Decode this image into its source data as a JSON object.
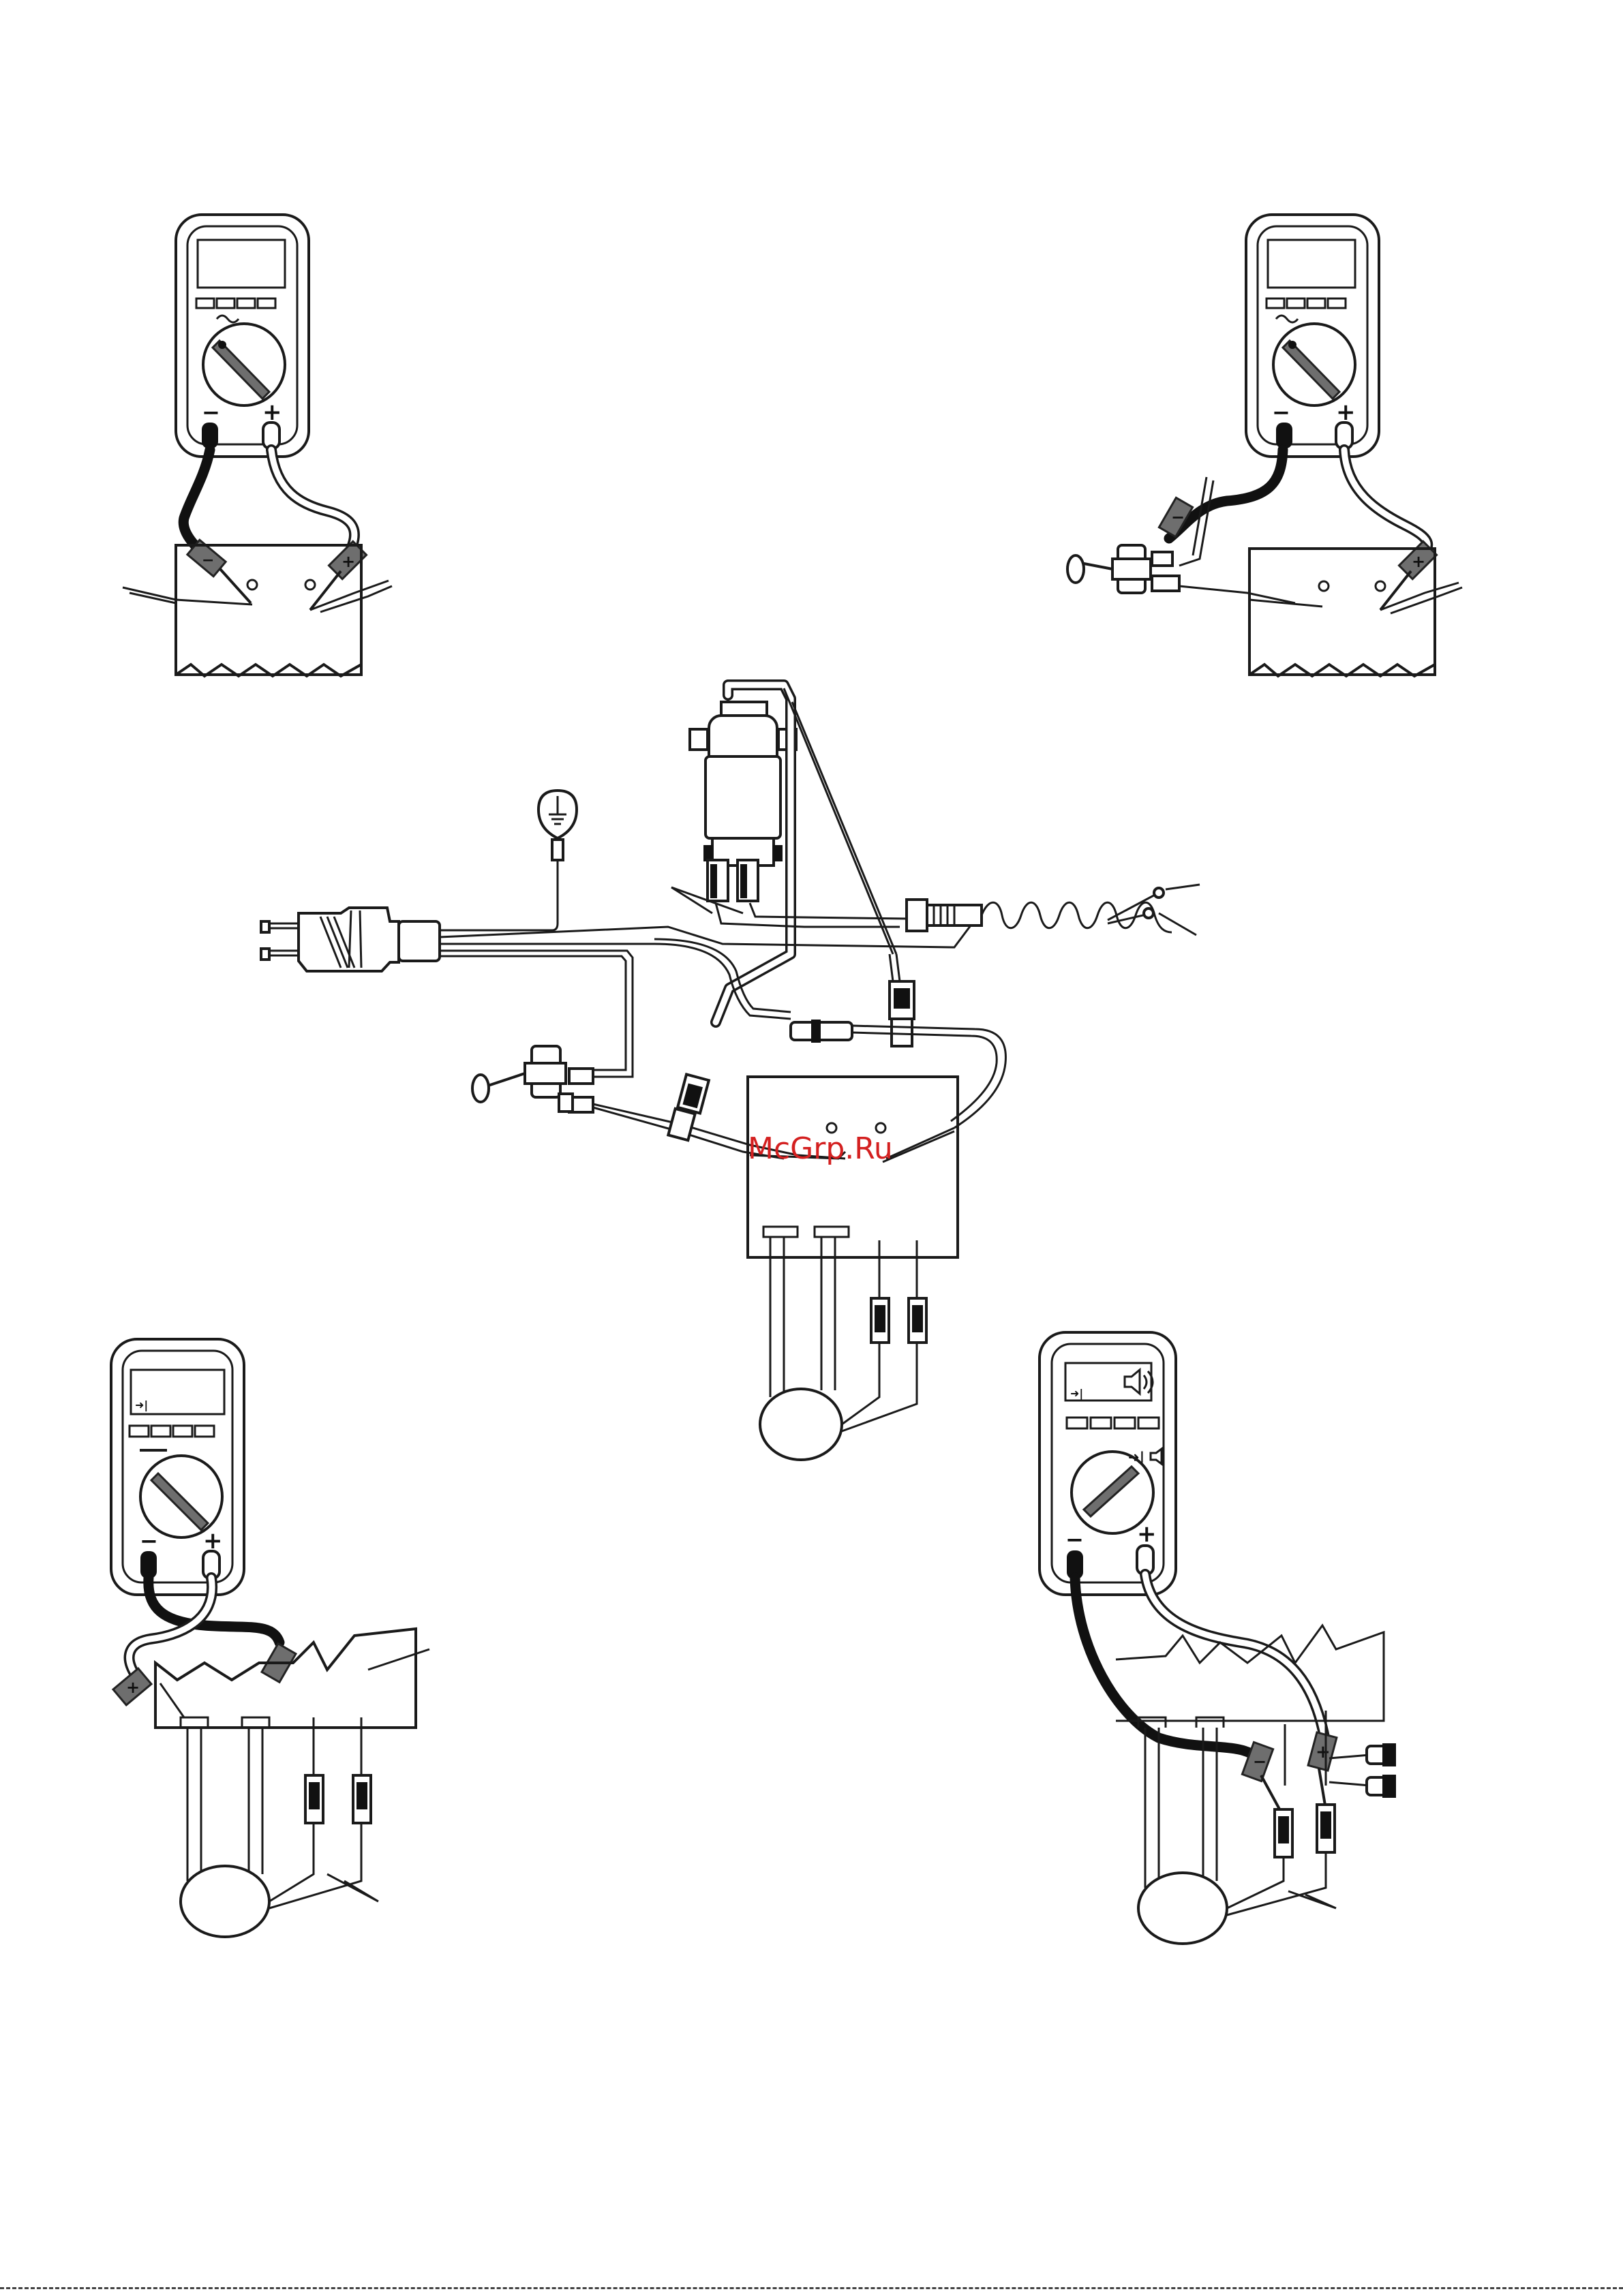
{
  "watermark": "McGrp.Ru",
  "meters": [
    {
      "id": "top-left",
      "neg": "−",
      "pos": "+",
      "probe_neg": "−",
      "probe_pos": "+",
      "mode": "ac-volts"
    },
    {
      "id": "top-right",
      "neg": "−",
      "pos": "+",
      "probe_neg": "−",
      "probe_pos": "+",
      "mode": "ac-volts"
    },
    {
      "id": "bottom-left",
      "neg": "−",
      "pos": "+",
      "probe_neg": "+",
      "probe_pos": "−",
      "mode": "dc-volts"
    },
    {
      "id": "bottom-right",
      "neg": "−",
      "pos": "+",
      "probe_neg": "−",
      "probe_pos": "+",
      "mode": "continuity"
    }
  ],
  "colors": {
    "line": "#1a1a1a",
    "probe": "#6e6e6e",
    "watermark": "#d42020"
  },
  "icons": [
    "multimeter-icon",
    "ac-symbol-icon",
    "dc-symbol-icon",
    "diode-icon",
    "speaker-icon",
    "ground-icon",
    "plug-icon",
    "toggle-switch-icon",
    "heater-element-icon"
  ]
}
